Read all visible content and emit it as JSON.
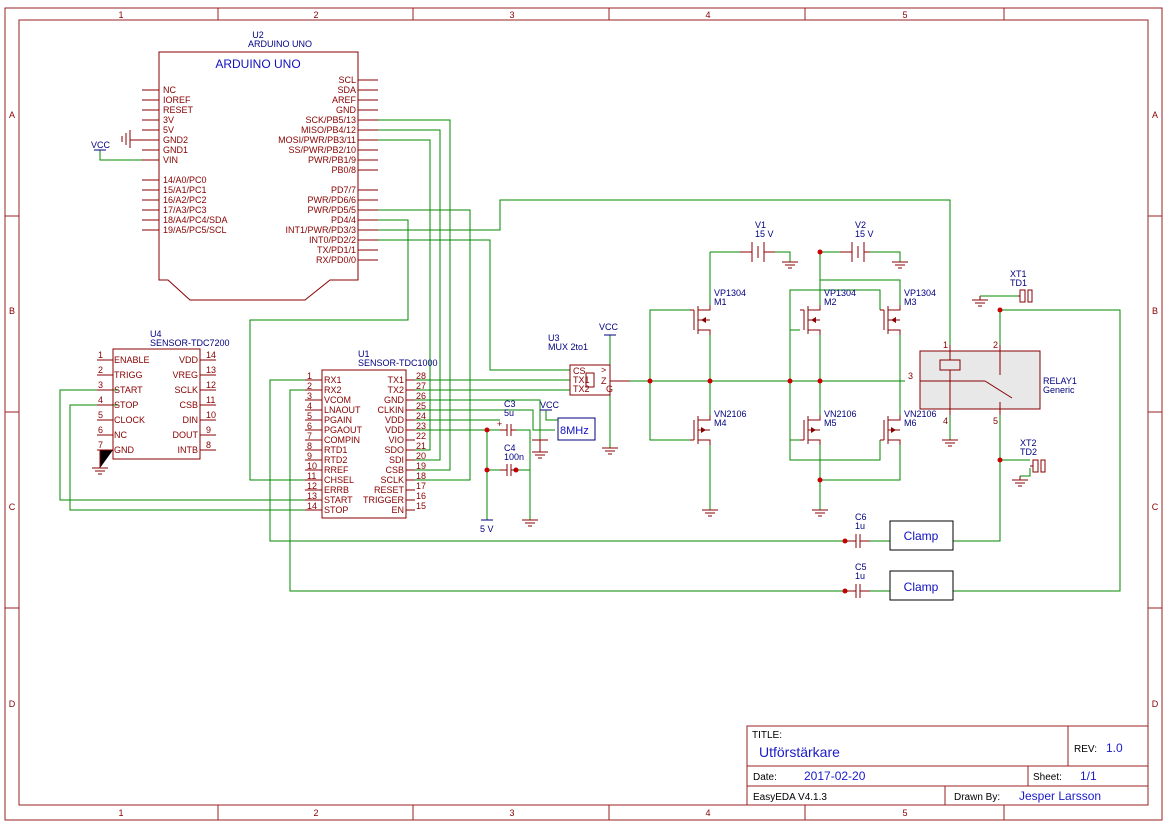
{
  "frame": {
    "columns": [
      "1",
      "2",
      "3",
      "4",
      "5"
    ],
    "rows": [
      "A",
      "B",
      "C",
      "D"
    ]
  },
  "title_block": {
    "title_label": "TITLE:",
    "title": "Utförstärkare",
    "rev_label": "REV:",
    "rev": "1.0",
    "date_label": "Date:",
    "date": "2017-02-20",
    "sheet_label": "Sheet:",
    "sheet": "1/1",
    "tool": "EasyEDA V4.1.3",
    "drawn_label": "Drawn By:",
    "drawn_by": "Jesper Larsson"
  },
  "power": {
    "vcc": "VCC",
    "five_v": "5 V"
  },
  "u2": {
    "ref": "U2",
    "value": "ARDUINO UNO",
    "body_title": "ARDUINO UNO",
    "left_pins": [
      "NC",
      "IOREF",
      "RESET",
      "3V",
      "5V",
      "GND2",
      "GND1",
      "VIN",
      "14/A0/PC0",
      "15/A1/PC1",
      "16/A2/PC2",
      "17/A3/PC3",
      "18/A4/PC4/SDA",
      "19/A5/PC5/SCL"
    ],
    "right_pins": [
      "SCL",
      "SDA",
      "AREF",
      "GND",
      "SCK/PB5/13",
      "MISO/PB4/12",
      "MOSI/PWR/PB3/11",
      "SS/PWR/PB2/10",
      "PWR/PB1/9",
      "PB0/8",
      "PD7/7",
      "PWR/PD6/6",
      "PWR/PD5/5",
      "PD4/4",
      "INT1/PWR/PD3/3",
      "INT0/PD2/2",
      "TX/PD1/1",
      "RX/PD0/0"
    ]
  },
  "u4": {
    "ref": "U4",
    "value": "SENSOR-TDC7200",
    "left_pins": [
      {
        "num": "1",
        "name": "ENABLE"
      },
      {
        "num": "2",
        "name": "TRIGG"
      },
      {
        "num": "3",
        "name": "START"
      },
      {
        "num": "4",
        "name": "STOP"
      },
      {
        "num": "5",
        "name": "CLOCK"
      },
      {
        "num": "6",
        "name": "NC"
      },
      {
        "num": "7",
        "name": "GND"
      }
    ],
    "right_pins": [
      {
        "num": "14",
        "name": "VDD"
      },
      {
        "num": "13",
        "name": "VREG"
      },
      {
        "num": "12",
        "name": "SCLK"
      },
      {
        "num": "11",
        "name": "CSB"
      },
      {
        "num": "10",
        "name": "DIN"
      },
      {
        "num": "9",
        "name": "DOUT"
      },
      {
        "num": "8",
        "name": "INTB"
      }
    ]
  },
  "u1": {
    "ref": "U1",
    "value": "SENSOR-TDC1000",
    "left_pins": [
      {
        "num": "1",
        "name": "RX1"
      },
      {
        "num": "2",
        "name": "RX2"
      },
      {
        "num": "3",
        "name": "VCOM"
      },
      {
        "num": "4",
        "name": "LNAOUT"
      },
      {
        "num": "5",
        "name": "PGAIN"
      },
      {
        "num": "6",
        "name": "PGAOUT"
      },
      {
        "num": "7",
        "name": "COMPIN"
      },
      {
        "num": "8",
        "name": "RTD1"
      },
      {
        "num": "9",
        "name": "RTD2"
      },
      {
        "num": "10",
        "name": "RREF"
      },
      {
        "num": "11",
        "name": "CHSEL"
      },
      {
        "num": "12",
        "name": "ERRB"
      },
      {
        "num": "13",
        "name": "START"
      },
      {
        "num": "14",
        "name": "STOP"
      }
    ],
    "right_pins": [
      {
        "num": "28",
        "name": "TX1"
      },
      {
        "num": "27",
        "name": "TX2"
      },
      {
        "num": "26",
        "name": "GND"
      },
      {
        "num": "25",
        "name": "CLKIN"
      },
      {
        "num": "24",
        "name": "VDD"
      },
      {
        "num": "23",
        "name": "VDD"
      },
      {
        "num": "22",
        "name": "VIO"
      },
      {
        "num": "21",
        "name": "SDO"
      },
      {
        "num": "20",
        "name": "SDI"
      },
      {
        "num": "19",
        "name": "CSB"
      },
      {
        "num": "18",
        "name": "SCLK"
      },
      {
        "num": "17",
        "name": "RESET"
      },
      {
        "num": "16",
        "name": "TRIGGER"
      },
      {
        "num": "15",
        "name": "EN"
      }
    ]
  },
  "u3": {
    "ref": "U3",
    "value": "MUX 2to1",
    "pins": [
      "CS",
      "TX1",
      "TX2",
      "Z",
      "G"
    ],
    "gt": ">"
  },
  "c3": {
    "ref": "C3",
    "value": "5u",
    "plus": "+"
  },
  "c4": {
    "ref": "C4",
    "value": "100n"
  },
  "c5": {
    "ref": "C5",
    "value": "1u"
  },
  "c6": {
    "ref": "C6",
    "value": "1u"
  },
  "osc": {
    "label": "8MHz"
  },
  "v1": {
    "ref": "V1",
    "value": "15 V"
  },
  "v2": {
    "ref": "V2",
    "value": "15 V"
  },
  "mosfets": [
    {
      "ref": "M1",
      "value": "VP1304"
    },
    {
      "ref": "M2",
      "value": "VP1304"
    },
    {
      "ref": "M3",
      "value": "VP1304"
    },
    {
      "ref": "M4",
      "value": "VN2106"
    },
    {
      "ref": "M5",
      "value": "VN2106"
    },
    {
      "ref": "M6",
      "value": "VN2106"
    }
  ],
  "relay": {
    "ref": "RELAY1",
    "value": "Generic",
    "pins": [
      "1",
      "2",
      "3",
      "4",
      "5"
    ]
  },
  "xt1": {
    "ref": "XT1",
    "value": "TD1"
  },
  "xt2": {
    "ref": "XT2",
    "value": "TD2"
  },
  "clamp_top": {
    "label": "Clamp"
  },
  "clamp_bottom": {
    "label": "Clamp"
  }
}
